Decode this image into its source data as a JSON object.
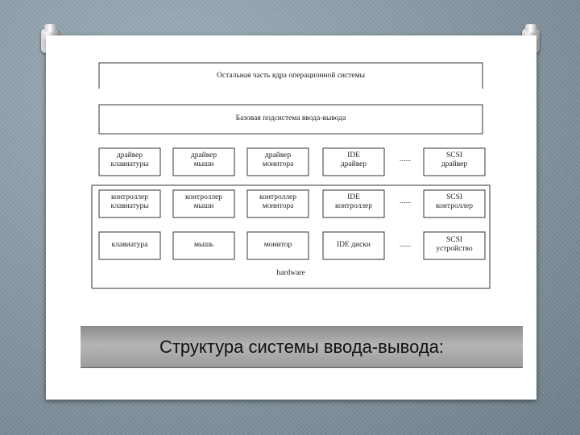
{
  "diagram": {
    "top_layer": "Остальная часть ядра операционной системы",
    "base_subsystem": "Базовая подсистема ввода-вывода",
    "drivers": [
      "драйвер\nклавиатуры",
      "драйвер\nмыши",
      "драйвер\nмонитора",
      "IDE\nдрайвер",
      "......",
      "SCSI\nдрайвер"
    ],
    "controllers": [
      "контроллер\nклавиатуры",
      "контроллер\nмыши",
      "контроллер\nмонитора",
      "IDE\nконтроллер",
      "......",
      "SCSI\nконтроллер"
    ],
    "devices": [
      "клавиатура",
      "мышь",
      "монитор",
      "IDE диски",
      "......",
      "SCSI\nустройство"
    ],
    "hardware_label": "hardware"
  },
  "caption": "Структура системы ввода-вывода:"
}
